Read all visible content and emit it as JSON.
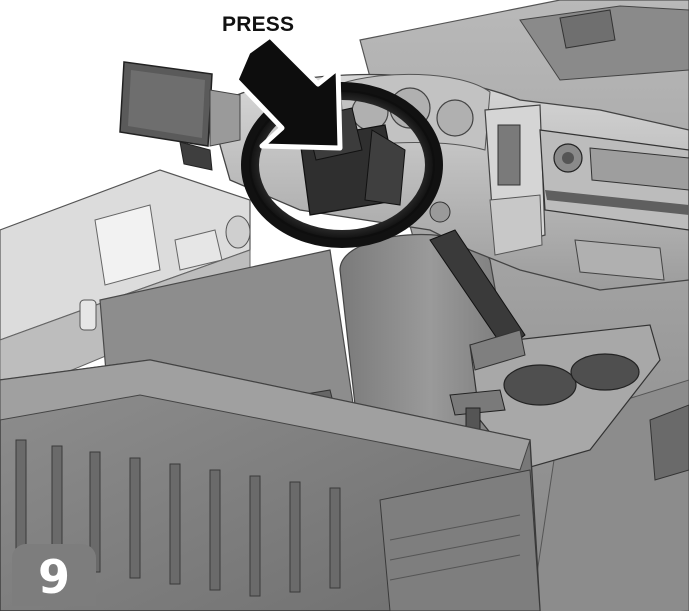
{
  "instruction": {
    "label": "PRESS",
    "step_number": "9"
  },
  "colors": {
    "background": "#ffffff",
    "vehicle_body": "#9a9a9a",
    "vehicle_dark": "#5e5e5e",
    "vehicle_light": "#c8c8c8",
    "arrow": "#0d0d0d",
    "badge": "#7d7d7d"
  },
  "illustration": {
    "subject": "ride-on-toy-truck-interior",
    "parts": [
      "steering-wheel",
      "horn-button",
      "rear-view-mirror",
      "dashboard",
      "radio-panel",
      "gear-shifter",
      "cup-holder",
      "truck-bed",
      "seat"
    ]
  }
}
